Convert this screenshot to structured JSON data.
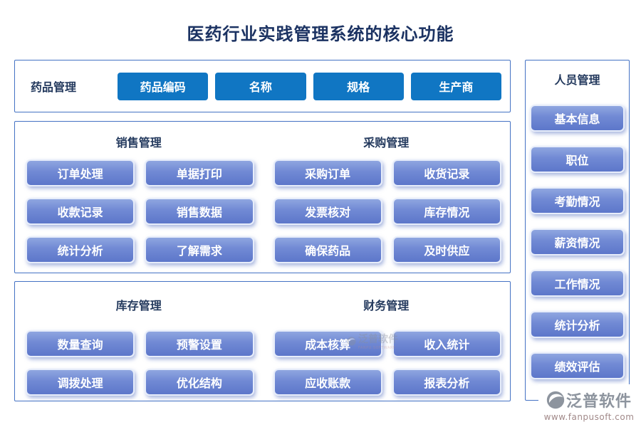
{
  "title": "医药行业实践管理系统的核心功能",
  "drug": {
    "label": "药品管理",
    "buttons": [
      "药品编码",
      "名称",
      "规格",
      "生产商"
    ]
  },
  "sales": {
    "title": "销售管理",
    "buttons": [
      "订单处理",
      "单据打印",
      "收款记录",
      "销售数据",
      "统计分析",
      "了解需求"
    ]
  },
  "purchase": {
    "title": "采购管理",
    "buttons": [
      "采购订单",
      "收货记录",
      "发票核对",
      "库存情况",
      "确保药品",
      "及时供应"
    ]
  },
  "inventory": {
    "title": "库存管理",
    "buttons": [
      "数量查询",
      "预警设置",
      "调拨处理",
      "优化结构"
    ]
  },
  "finance": {
    "title": "财务管理",
    "buttons": [
      "成本核算",
      "收入统计",
      "应收账款",
      "报表分析"
    ]
  },
  "personnel": {
    "title": "人员管理",
    "buttons": [
      "基本信息",
      "职位",
      "考勤情况",
      "薪资情况",
      "工作情况",
      "统计分析",
      "绩效评估"
    ]
  },
  "watermark": {
    "text": "泛普软件"
  },
  "logo": {
    "name": "泛普软件",
    "url": "www.fanpusoft.com"
  },
  "colors": {
    "solid_button": "#1076C3",
    "gradient_top": "#8FA6E0",
    "gradient_bottom": "#5D77CA",
    "box_border": "#4472C4",
    "heading": "#243A5E",
    "title": "#1B3262",
    "logo_gray": "#8D949E"
  }
}
